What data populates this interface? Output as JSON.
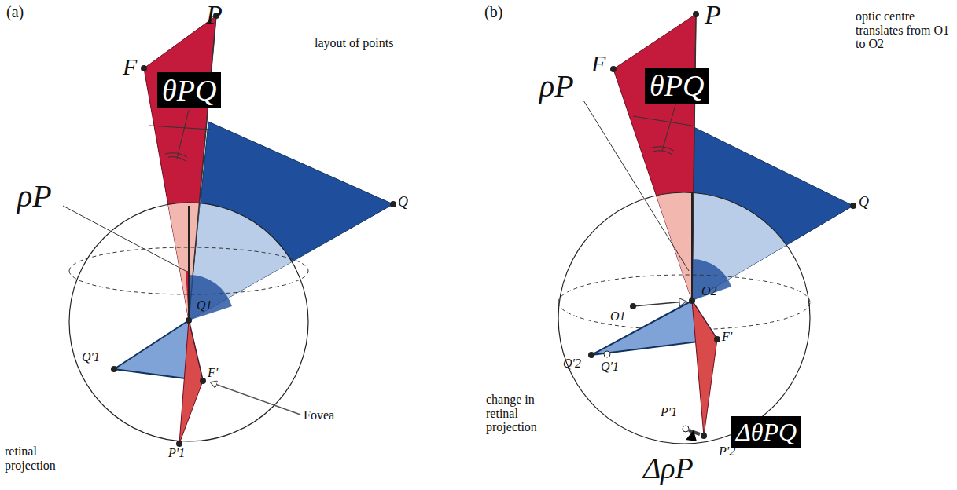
{
  "diagram": {
    "nodes": [
      {
        "text": [
          "θPQ"
        ]
      },
      {
        "text": [
          "θPQ"
        ]
      },
      {
        "text": [
          "ΔθPQ"
        ]
      }
    ],
    "labels": [
      "(a)",
      "P",
      "F",
      "layout of points",
      "Q",
      "ρP",
      "Q1",
      "Q′1",
      "F′",
      "Fovea",
      "P′1",
      "retinal projection",
      "(b)",
      "P",
      "F",
      "optic centre translates from O1 to O2",
      "ρP",
      "Q",
      "O1",
      "O2",
      "Q′2",
      "Q′1",
      "F'",
      "change in retinal projection",
      "P′1",
      "ΔρP",
      "P'2"
    ]
  }
}
